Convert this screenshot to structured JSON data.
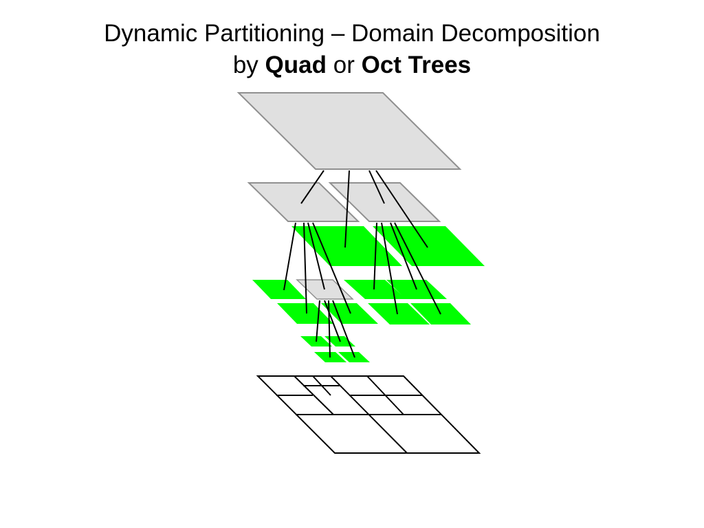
{
  "slide": {
    "title_line1": "Dynamic Partitioning – Domain Decomposition",
    "title_line2_prefix": "by",
    "title_term1": "Quad",
    "title_connector": "or",
    "title_term2": "Oct Trees"
  },
  "diagram": {
    "structure": "quadtree",
    "levels": [
      {
        "depth": 0,
        "nodes": [
          {
            "state": "internal"
          }
        ]
      },
      {
        "depth": 1,
        "nodes": [
          {
            "state": "internal"
          },
          {
            "state": "internal"
          },
          {
            "state": "leaf"
          },
          {
            "state": "leaf"
          }
        ]
      },
      {
        "depth": 2,
        "nodes": [
          {
            "state": "leaf"
          },
          {
            "state": "internal"
          },
          {
            "state": "leaf"
          },
          {
            "state": "leaf"
          },
          {
            "state": "leaf"
          },
          {
            "state": "leaf"
          },
          {
            "state": "leaf"
          },
          {
            "state": "leaf"
          }
        ]
      },
      {
        "depth": 3,
        "nodes": [
          {
            "state": "leaf"
          },
          {
            "state": "leaf"
          },
          {
            "state": "leaf"
          },
          {
            "state": "leaf"
          }
        ]
      }
    ],
    "colors": {
      "internal_fill": "#e0e0e0",
      "internal_stroke": "#909090",
      "leaf_fill": "#00ff00",
      "edge": "#000000",
      "domain_grid": "#000000"
    }
  }
}
